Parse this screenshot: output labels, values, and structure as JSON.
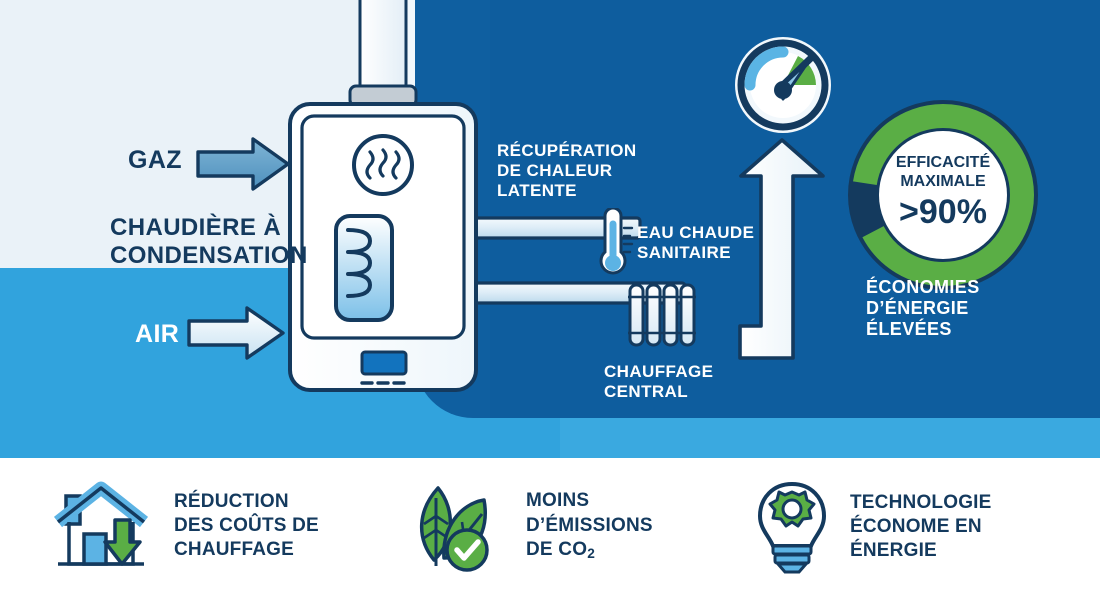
{
  "diagram": {
    "inputs": [
      {
        "id": "gaz",
        "label": "GAZ"
      },
      {
        "id": "air",
        "label": "AIR"
      }
    ],
    "boiler_label": "CHAUDIÈRE À\nCONDENSATION",
    "boiler_label_line1": "CHAUDIÈRE À",
    "boiler_label_line2": "CONDENSATION",
    "callouts": {
      "latent_heat_line1": "RÉCUPÉRATION",
      "latent_heat_line2": "DE CHALEUR",
      "latent_heat_line3": "LATENTE",
      "hot_water_line1": "EAU CHAUDE",
      "hot_water_line2": "SANITAIRE",
      "central_heating_line1": "CHAUFFAGE",
      "central_heating_line2": "CENTRAL",
      "savings_line1": "ÉCONOMIES",
      "savings_line2": "D’ÉNERGIE",
      "savings_line3": "ÉLEVÉES"
    },
    "efficiency_badge": {
      "line1": "EFFICACITÉ",
      "line2": "MAXIMALE",
      "value": ">90%",
      "ring_fill_percent": 90
    }
  },
  "benefits": [
    {
      "icon": "house-savings-icon",
      "line1": "RÉDUCTION",
      "line2": "DES COÛTS DE",
      "line3": "CHAUFFAGE"
    },
    {
      "icon": "leaf-check-icon",
      "line1": "MOINS",
      "line2": "D’ÉMISSIONS",
      "line3_pre": "DE CO",
      "line3_sub": "2"
    },
    {
      "icon": "lightbulb-gear-icon",
      "line1": "TECHNOLOGIE",
      "line2": "ÉCONOME EN",
      "line3": "ÉNERGIE"
    }
  ],
  "colors": {
    "dark_navy": "#143a5e",
    "panel_blue": "#0e5d9e",
    "mid_blue": "#31a3dd",
    "pale_blue": "#eaf2f8",
    "green": "#5aae45",
    "steel_blue": "#5b9bc4",
    "white": "#ffffff"
  }
}
